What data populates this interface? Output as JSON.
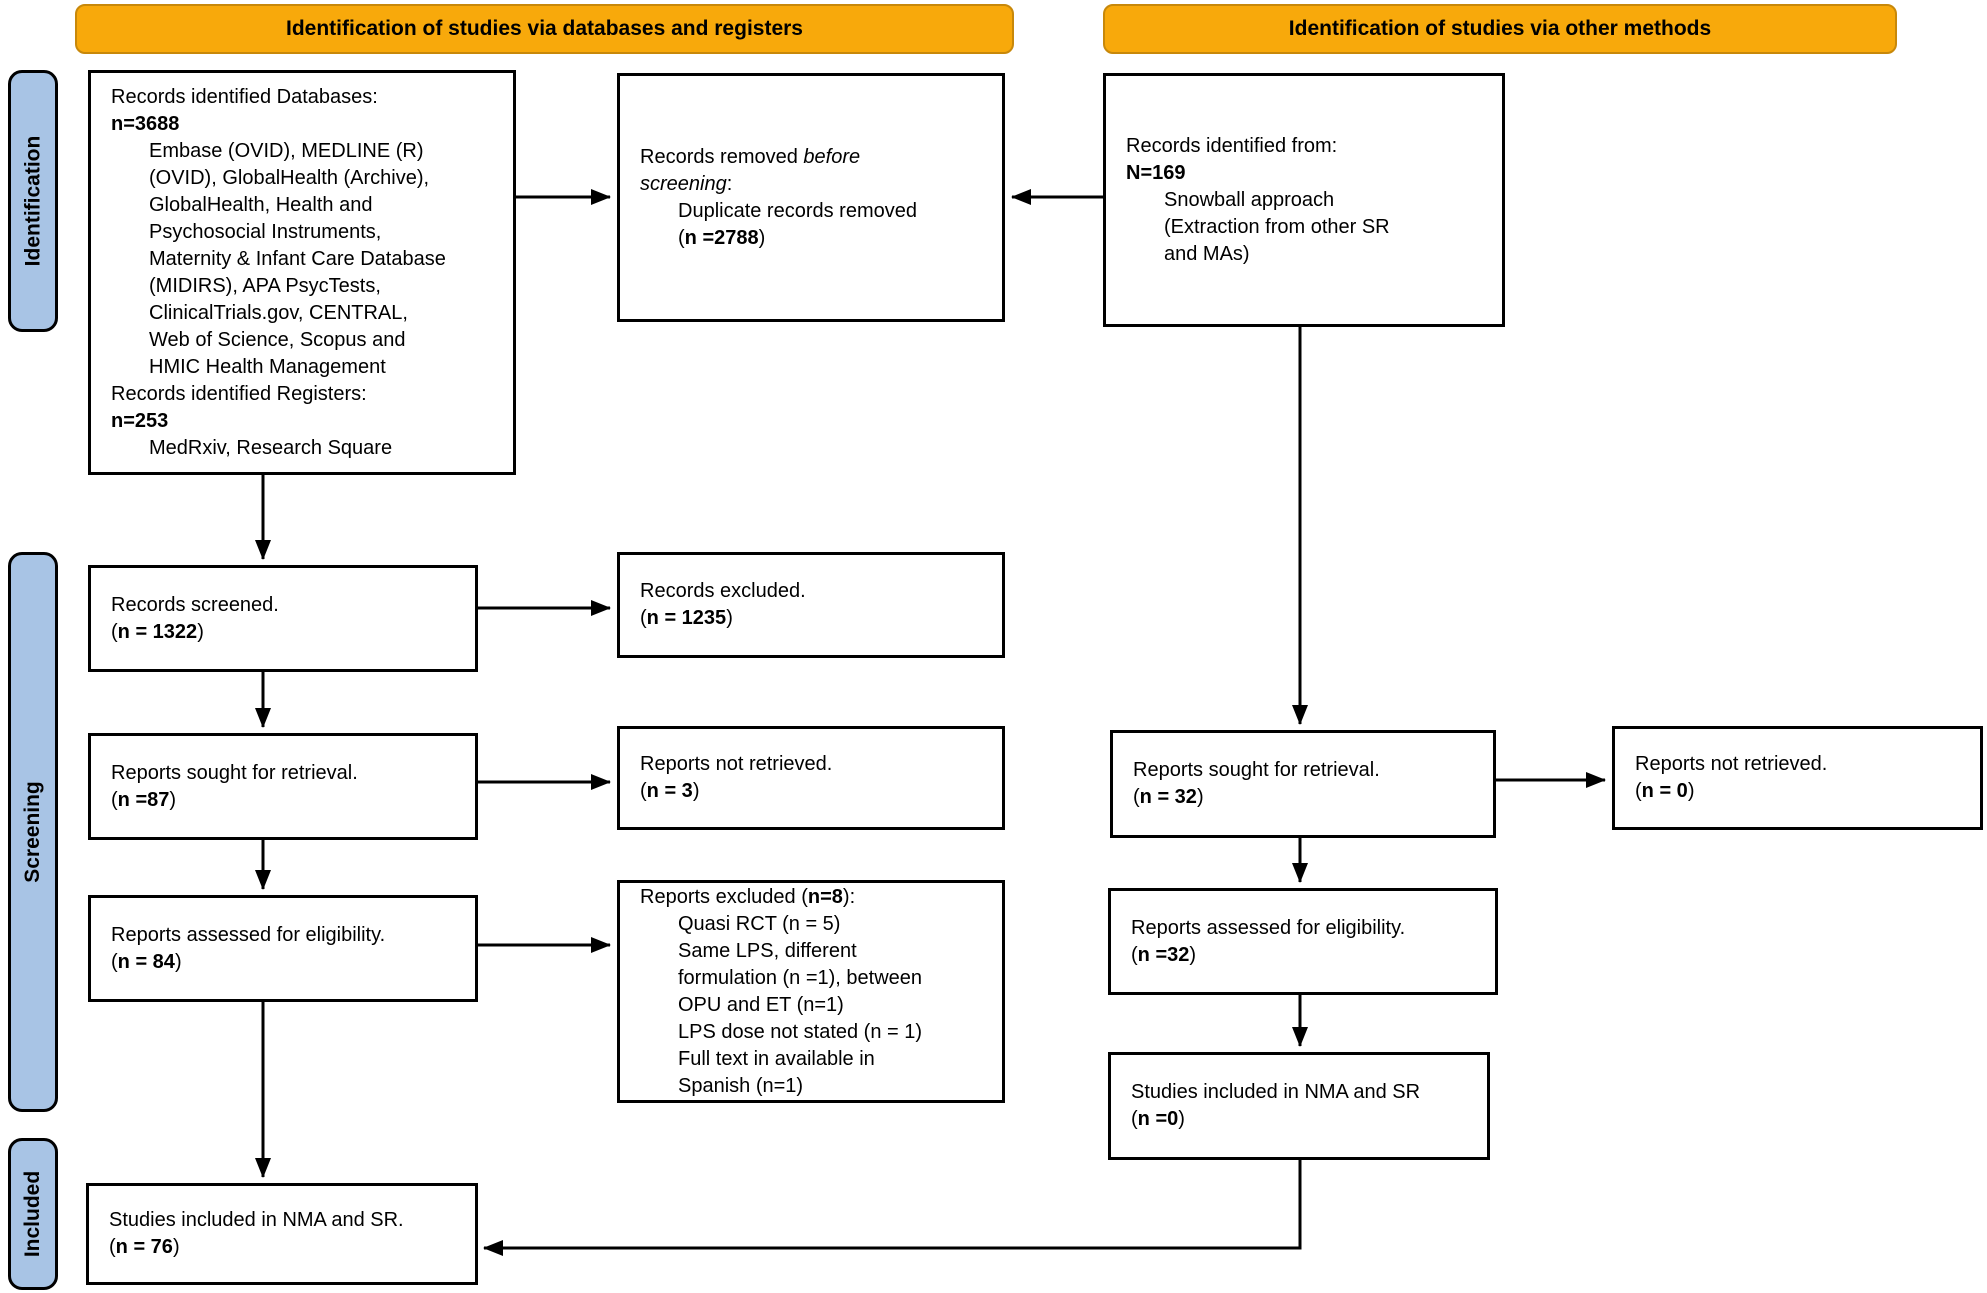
{
  "headers": {
    "left": "Identification of studies via databases and registers",
    "right": "Identification of studies via other methods"
  },
  "sidebar": {
    "identification": "Identification",
    "screening": "Screening",
    "included": "Included"
  },
  "colors": {
    "header_bg": "#F8A90B",
    "header_border": "#C8880A",
    "sidebar_bg": "#A8C4E5",
    "line_color": "#000000"
  },
  "boxes": {
    "records_identified": {
      "lines": [
        {
          "seg": [
            {
              "t": "Records identified Databases:"
            }
          ]
        },
        {
          "seg": [
            {
              "t": "n=3688",
              "b": true
            }
          ]
        },
        {
          "ind": true,
          "seg": [
            {
              "t": "Embase (OVID), MEDLINE (R)"
            }
          ]
        },
        {
          "ind": true,
          "seg": [
            {
              "t": "(OVID), GlobalHealth (Archive),"
            }
          ]
        },
        {
          "ind": true,
          "seg": [
            {
              "t": "GlobalHealth, Health and"
            }
          ]
        },
        {
          "ind": true,
          "seg": [
            {
              "t": "Psychosocial Instruments,"
            }
          ]
        },
        {
          "ind": true,
          "seg": [
            {
              "t": "Maternity & Infant Care Database"
            }
          ]
        },
        {
          "ind": true,
          "seg": [
            {
              "t": "(MIDIRS), APA PsycTests,"
            }
          ]
        },
        {
          "ind": true,
          "seg": [
            {
              "t": "ClinicalTrials.gov, CENTRAL,"
            }
          ]
        },
        {
          "ind": true,
          "seg": [
            {
              "t": "Web of Science, Scopus and"
            }
          ]
        },
        {
          "ind": true,
          "seg": [
            {
              "t": "HMIC Health Management"
            }
          ]
        },
        {
          "seg": [
            {
              "t": "Records identified Registers:"
            }
          ]
        },
        {
          "seg": [
            {
              "t": "n=253",
              "b": true
            }
          ]
        },
        {
          "ind": true,
          "seg": [
            {
              "t": "MedRxiv, Research Square"
            }
          ]
        }
      ]
    },
    "records_removed": {
      "lines": [
        {
          "seg": [
            {
              "t": "Records removed "
            },
            {
              "t": "before",
              "i": true
            }
          ]
        },
        {
          "seg": [
            {
              "t": "screening",
              "i": true
            },
            {
              "t": ":"
            }
          ]
        },
        {
          "ind": true,
          "seg": [
            {
              "t": "Duplicate records removed"
            }
          ]
        },
        {
          "ind": true,
          "seg": [
            {
              "t": "("
            },
            {
              "t": "n =2788",
              "b": true
            },
            {
              "t": ")"
            }
          ]
        }
      ]
    },
    "records_from_other": {
      "lines": [
        {
          "seg": [
            {
              "t": "Records identified from:"
            }
          ]
        },
        {
          "seg": [
            {
              "t": "N=169",
              "b": true
            }
          ]
        },
        {
          "ind": true,
          "seg": [
            {
              "t": "Snowball approach"
            }
          ]
        },
        {
          "ind": true,
          "seg": [
            {
              "t": "(Extraction from other SR"
            }
          ]
        },
        {
          "ind": true,
          "seg": [
            {
              "t": "and MAs)"
            }
          ]
        }
      ]
    },
    "records_screened": {
      "lines": [
        {
          "seg": [
            {
              "t": "Records screened."
            }
          ]
        },
        {
          "seg": [
            {
              "t": "("
            },
            {
              "t": "n = 1322",
              "b": true
            },
            {
              "t": ")"
            }
          ]
        }
      ]
    },
    "records_excluded": {
      "lines": [
        {
          "seg": [
            {
              "t": "Records excluded."
            }
          ]
        },
        {
          "seg": [
            {
              "t": "("
            },
            {
              "t": "n = 1235",
              "b": true
            },
            {
              "t": ")"
            }
          ]
        }
      ]
    },
    "reports_sought_left": {
      "lines": [
        {
          "seg": [
            {
              "t": "Reports sought for retrieval."
            }
          ]
        },
        {
          "seg": [
            {
              "t": "("
            },
            {
              "t": "n =87",
              "b": true
            },
            {
              "t": ")"
            }
          ]
        }
      ]
    },
    "reports_not_retrieved_left": {
      "lines": [
        {
          "seg": [
            {
              "t": "Reports not retrieved."
            }
          ]
        },
        {
          "seg": [
            {
              "t": "("
            },
            {
              "t": "n = 3",
              "b": true
            },
            {
              "t": ")"
            }
          ]
        }
      ]
    },
    "reports_assessed_left": {
      "lines": [
        {
          "seg": [
            {
              "t": "Reports assessed for eligibility."
            }
          ]
        },
        {
          "seg": [
            {
              "t": "("
            },
            {
              "t": "n = 84",
              "b": true
            },
            {
              "t": ")"
            }
          ]
        }
      ]
    },
    "reports_excluded": {
      "lines": [
        {
          "seg": [
            {
              "t": "Reports excluded ("
            },
            {
              "t": "n=8",
              "b": true
            },
            {
              "t": "):"
            }
          ]
        },
        {
          "ind": true,
          "seg": [
            {
              "t": "Quasi RCT (n = 5)"
            }
          ]
        },
        {
          "ind": true,
          "seg": [
            {
              "t": "Same LPS, different"
            }
          ]
        },
        {
          "ind": true,
          "seg": [
            {
              "t": "formulation (n =1), between"
            }
          ]
        },
        {
          "ind": true,
          "seg": [
            {
              "t": "OPU and ET (n=1)"
            }
          ]
        },
        {
          "ind": true,
          "seg": [
            {
              "t": "LPS dose not stated (n = 1)"
            }
          ]
        },
        {
          "ind": true,
          "seg": [
            {
              "t": "Full text in available in"
            }
          ]
        },
        {
          "ind": true,
          "seg": [
            {
              "t": "Spanish (n=1)"
            }
          ]
        }
      ]
    },
    "reports_sought_right": {
      "lines": [
        {
          "seg": [
            {
              "t": "Reports sought for retrieval."
            }
          ]
        },
        {
          "seg": [
            {
              "t": "("
            },
            {
              "t": "n = 32",
              "b": true
            },
            {
              "t": ")"
            }
          ]
        }
      ]
    },
    "reports_not_retrieved_right": {
      "lines": [
        {
          "seg": [
            {
              "t": "Reports not retrieved."
            }
          ]
        },
        {
          "seg": [
            {
              "t": "("
            },
            {
              "t": "n = 0",
              "b": true
            },
            {
              "t": ")"
            }
          ]
        }
      ]
    },
    "reports_assessed_right": {
      "lines": [
        {
          "seg": [
            {
              "t": "Reports assessed for eligibility."
            }
          ]
        },
        {
          "seg": [
            {
              "t": "("
            },
            {
              "t": "n =32",
              "b": true
            },
            {
              "t": ")"
            }
          ]
        }
      ]
    },
    "studies_included_right": {
      "lines": [
        {
          "seg": [
            {
              "t": "Studies included in NMA and SR"
            }
          ]
        },
        {
          "seg": [
            {
              "t": "("
            },
            {
              "t": "n =0",
              "b": true
            },
            {
              "t": ")"
            }
          ]
        }
      ]
    },
    "studies_included_left": {
      "lines": [
        {
          "seg": [
            {
              "t": "Studies included in NMA and SR."
            }
          ]
        },
        {
          "seg": [
            {
              "t": "("
            },
            {
              "t": "n = 76",
              "b": true
            },
            {
              "t": ")"
            }
          ]
        }
      ]
    }
  }
}
